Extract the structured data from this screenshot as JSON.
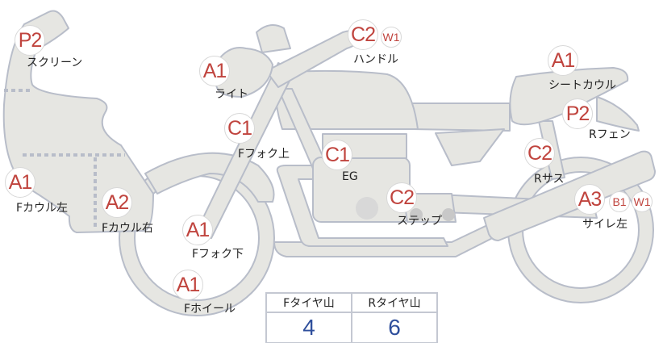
{
  "colors": {
    "part_fill": "#e6e6e2",
    "part_stroke": "#b8bdc9",
    "grade": "#c0443e",
    "tire_value": "#2f4f9c"
  },
  "parts": [
    {
      "name": "screen",
      "grades": [
        "P2"
      ],
      "label": "スクリーン"
    },
    {
      "name": "light",
      "grades": [
        "A1"
      ],
      "label": "ライト"
    },
    {
      "name": "fork-upper",
      "grades": [
        "C1"
      ],
      "label": "Fフォク上"
    },
    {
      "name": "handle",
      "grades": [
        "C2",
        "W1"
      ],
      "label": "ハンドル"
    },
    {
      "name": "seat-cowl",
      "grades": [
        "A1"
      ],
      "label": "シートカウル"
    },
    {
      "name": "rear-fender",
      "grades": [
        "P2"
      ],
      "label": "Rフェン"
    },
    {
      "name": "rear-suspension",
      "grades": [
        "C2"
      ],
      "label": "Rサス"
    },
    {
      "name": "engine",
      "grades": [
        "C1"
      ],
      "label": "EG"
    },
    {
      "name": "front-cowl-left",
      "grades": [
        "A1"
      ],
      "label": "Fカウル左"
    },
    {
      "name": "front-cowl-right",
      "grades": [
        "A2"
      ],
      "label": "Fカウル右"
    },
    {
      "name": "fork-lower",
      "grades": [
        "A1"
      ],
      "label": "Fフォク下"
    },
    {
      "name": "step",
      "grades": [
        "C2"
      ],
      "label": "ステップ"
    },
    {
      "name": "silencer-left",
      "grades": [
        "A3",
        "B1",
        "W1"
      ],
      "label": "サイレ左"
    },
    {
      "name": "front-wheel",
      "grades": [
        "A1"
      ],
      "label": "Fホイール"
    }
  ],
  "tire_table": {
    "headers": [
      "Fタイヤ山",
      "Rタイヤ山"
    ],
    "values": [
      "4",
      "6"
    ]
  }
}
